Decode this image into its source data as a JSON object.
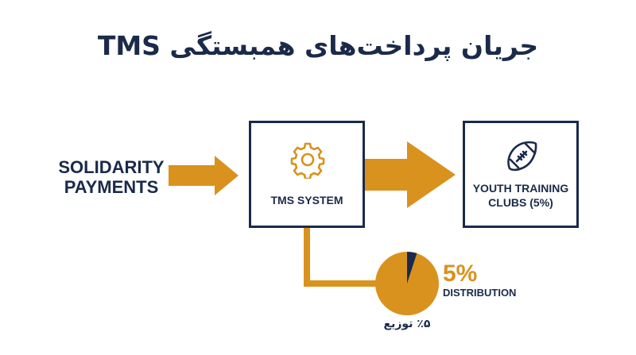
{
  "title": "جریان پرداخت‌های همبستگی TMS",
  "source": {
    "line1": "SOLIDARITY",
    "line2": "PAYMENTS"
  },
  "tms_box": {
    "label": "TMS SYSTEM",
    "icon": "gear-icon"
  },
  "youth_box": {
    "line1": "YOUTH TRAINING",
    "line2": "CLUBS (5%)",
    "icon": "football-icon"
  },
  "distribution": {
    "percent": "5%",
    "label": "DISTRIBUTION",
    "caption_fa": "٪۵ توزیع",
    "share": 0.05
  },
  "colors": {
    "navy": "#1b2a4a",
    "gold": "#d9921e"
  }
}
